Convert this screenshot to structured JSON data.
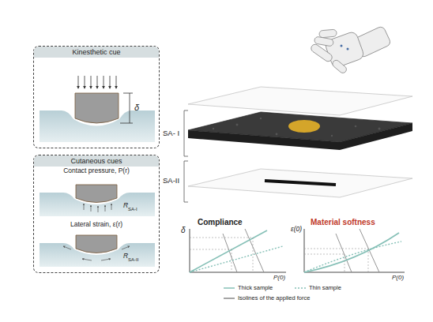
{
  "diagram": {
    "nodes": [
      {
        "text": [
          "Kinesthetic cue"
        ]
      },
      {
        "text": [
          "Cutaneous cues"
        ]
      }
    ],
    "edges": [],
    "labels": [
      "δ",
      "Contact pressure, P(r)",
      "R",
      "SA-I",
      "Lateral strain, ε(r)",
      "R",
      "SA-II",
      "SA- I",
      "SA-II",
      "Compliance",
      "δ",
      "P(0)",
      "Material softness",
      "ε(0)",
      "P(0)"
    ],
    "legend": [
      {
        "text": "Thick sample"
      },
      {
        "text": "Thin sample"
      },
      {
        "text": "Isolines of the applied force"
      }
    ]
  }
}
